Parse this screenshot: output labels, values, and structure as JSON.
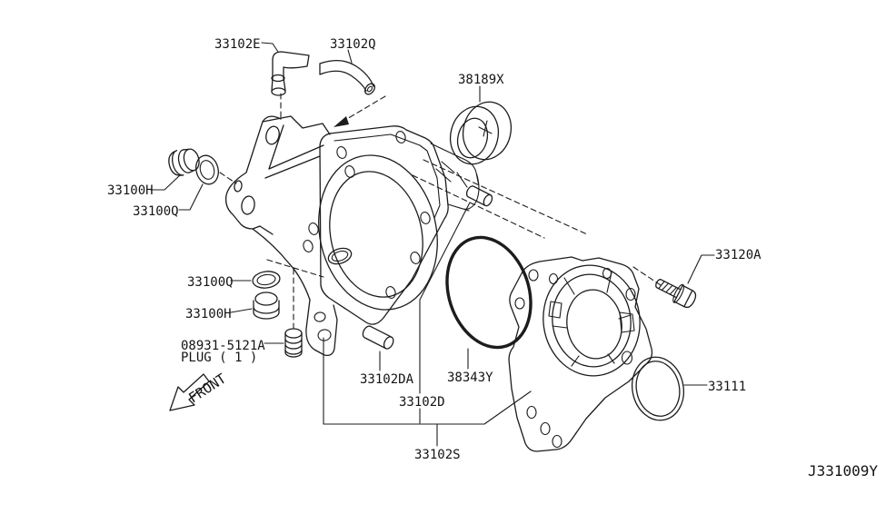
{
  "diagram": {
    "code": "J331009Y",
    "front_marker": "FRONT",
    "callouts": [
      {
        "label": "33102E"
      },
      {
        "label": "33102Q"
      },
      {
        "label": "38189X"
      },
      {
        "label": "33100H"
      },
      {
        "label": "33100Q"
      },
      {
        "label": "33100Q"
      },
      {
        "label": "33100H"
      },
      {
        "label": "08931-5121A",
        "sublabel": "PLUG ( 1 )"
      },
      {
        "label": "33102DA"
      },
      {
        "label": "38343Y"
      },
      {
        "label": "33102D"
      },
      {
        "label": "33102S"
      },
      {
        "label": "33120A"
      },
      {
        "label": "33111"
      }
    ]
  }
}
